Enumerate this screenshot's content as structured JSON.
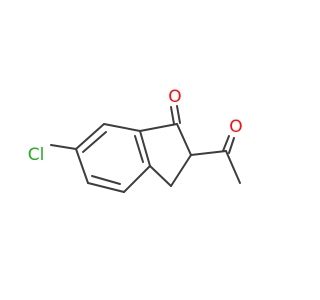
{
  "molecule": {
    "atoms": {
      "oxygen_ketone": {
        "symbol": "O",
        "color": "#ff0d0d"
      },
      "oxygen_acetyl": {
        "symbol": "O",
        "color": "#ff0d0d"
      },
      "chlorine": {
        "symbol": "Cl",
        "color": "#1fb01f"
      }
    },
    "bond_color": "#3d3d3d"
  }
}
